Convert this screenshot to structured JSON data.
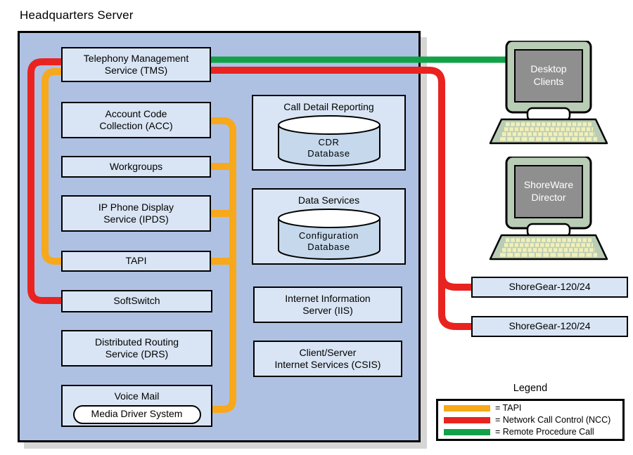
{
  "page": {
    "title": "Headquarters Server"
  },
  "colors": {
    "tapi_line": "#F7A81B",
    "ncc_line": "#E9231F",
    "rpc_line": "#12A149",
    "server_fill": "#AFC1E3",
    "node_fill": "#D9E5F4",
    "cylinder_fill": "#C5D8EC",
    "device_fill": "#B9CCB6",
    "screen_fill": "#8F8F8F",
    "key_fill": "#F3F0B6"
  },
  "server": {
    "modules": [
      {
        "id": "tms",
        "label": "Telephony Management\nService (TMS)"
      },
      {
        "id": "acc",
        "label": "Account Code\nCollection (ACC)"
      },
      {
        "id": "workgroups",
        "label": "Workgroups"
      },
      {
        "id": "ipds",
        "label": "IP Phone Display\nService (IPDS)"
      },
      {
        "id": "tapi",
        "label": "TAPI"
      },
      {
        "id": "softswitch",
        "label": "SoftSwitch"
      },
      {
        "id": "drs",
        "label": "Distributed Routing\nService (DRS)"
      }
    ],
    "voice_mail": {
      "label": "Voice Mail",
      "driver": "Media Driver System"
    },
    "services": {
      "cdr": {
        "title": "Call Detail Reporting",
        "db_label": "CDR\nDatabase"
      },
      "data": {
        "title": "Data Services",
        "db_label": "Configuration\nDatabase"
      },
      "iis": {
        "label": "Internet Information\nServer (IIS)"
      },
      "csis": {
        "label": "Client/Server\nInternet Services (CSIS)"
      }
    }
  },
  "devices": {
    "desktop": {
      "label": "Desktop\nClients"
    },
    "director": {
      "label": "ShoreWare\nDirector"
    },
    "switches": [
      {
        "label": "ShoreGear-120/24"
      },
      {
        "label": "ShoreGear-120/24"
      }
    ]
  },
  "legend": {
    "title": "Legend",
    "items": [
      {
        "label": "= TAPI",
        "color": "#F7A81B"
      },
      {
        "label": "= Network Call Control (NCC)",
        "color": "#E9231F"
      },
      {
        "label": "= Remote Procedure Call",
        "color": "#12A149"
      }
    ]
  }
}
